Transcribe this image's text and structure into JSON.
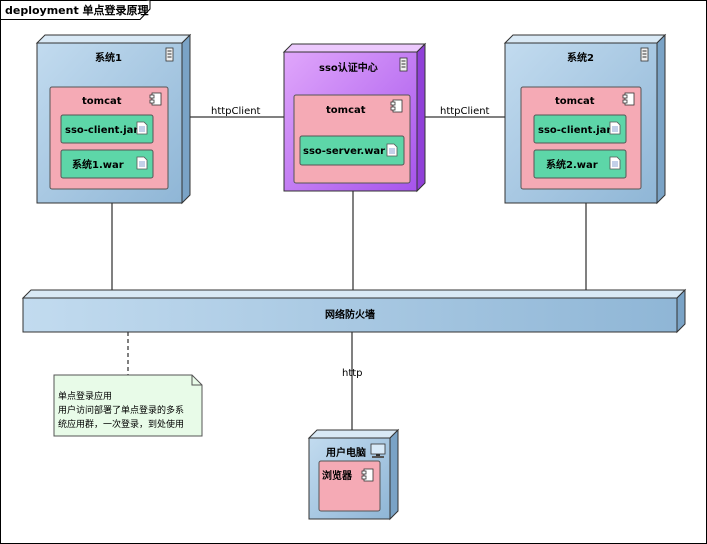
{
  "frame": {
    "title": "deployment 单点登录原理"
  },
  "nodes": {
    "system1": {
      "label": "系统1",
      "container": "tomcat",
      "artifacts": [
        "sso-client.jar",
        "系统1.war"
      ]
    },
    "sso_center": {
      "label": "sso认证中心",
      "container": "tomcat",
      "artifacts": [
        "sso-server.war"
      ]
    },
    "system2": {
      "label": "系统2",
      "container": "tomcat",
      "artifacts": [
        "sso-client.jar",
        "系统2.war"
      ]
    },
    "firewall": {
      "label": "网络防火墙"
    },
    "user_pc": {
      "label": "用户电脑",
      "component": "浏览器"
    }
  },
  "connections": {
    "left_link": "httpClient",
    "right_link": "httpClient",
    "user_link": "http"
  },
  "note": {
    "lines": [
      "单点登录应用",
      "用户访问部署了单点登录的多系",
      "统应用群，一次登录，到处使用"
    ]
  },
  "colors": {
    "node_blue": "#a8c9e2",
    "node_purple": "#c57cf2",
    "container_pink": "#f5aab5",
    "artifact_green": "#5dd6a8",
    "note_green": "#e8fbe8",
    "line": "#000000"
  }
}
